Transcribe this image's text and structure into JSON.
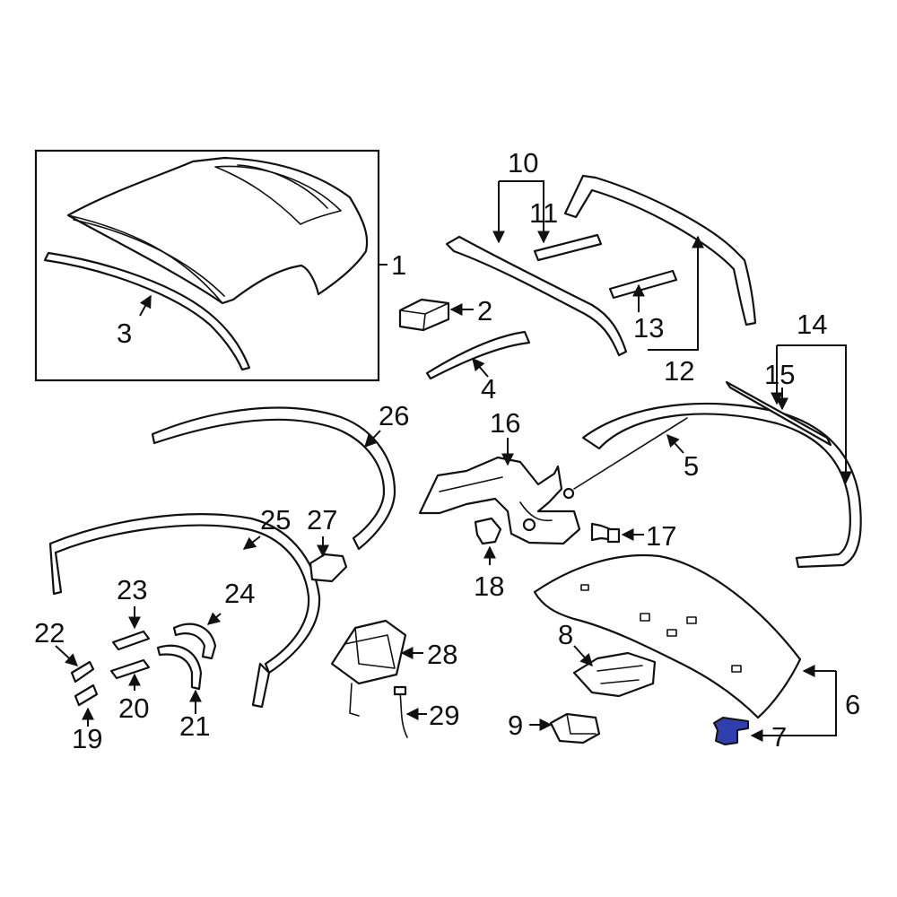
{
  "diagram": {
    "highlight_color": "#2f3fae",
    "callouts": {
      "c1": "1",
      "c2": "2",
      "c3": "3",
      "c4": "4",
      "c5": "5",
      "c6": "6",
      "c7": "7",
      "c8": "8",
      "c9": "9",
      "c10": "10",
      "c11": "11",
      "c12": "12",
      "c13": "13",
      "c14": "14",
      "c15": "15",
      "c16": "16",
      "c17": "17",
      "c18": "18",
      "c19": "19",
      "c20": "20",
      "c21": "21",
      "c22": "22",
      "c23": "23",
      "c24": "24",
      "c25": "25",
      "c26": "26",
      "c27": "27",
      "c28": "28",
      "c29": "29"
    }
  }
}
